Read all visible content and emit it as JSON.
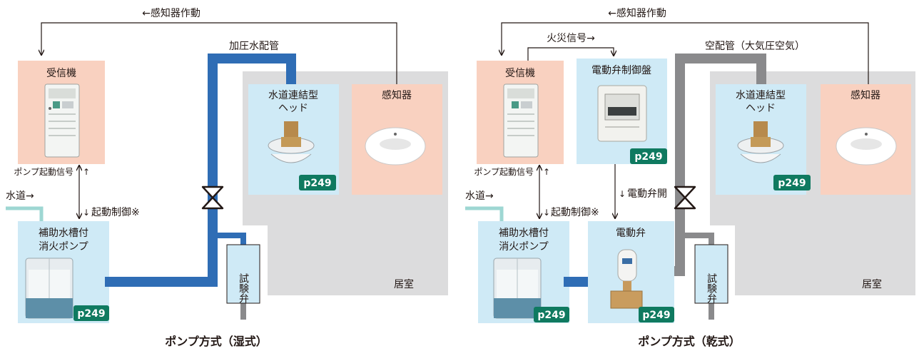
{
  "colors": {
    "pink_box": "#f9d1c0",
    "blue_box": "#cfeaf6",
    "room_gray": "#dcdcdd",
    "water_pipe": "#2f6db5",
    "air_pipe": "#8a8a8c",
    "supply_pipe": "#9ed7d3",
    "badge_green": "#0f7a60"
  },
  "left": {
    "caption": "ポンプ方式（湿式）",
    "detector_signal": "←感知器作動",
    "pipe_label": "加圧水配管",
    "receiver": "受信機",
    "head_line1": "水道連結型",
    "head_line2": "ヘッド",
    "detector": "感知器",
    "pump_signal": "ポンプ起動信号",
    "start_control": "起動制御※",
    "water_supply": "水道→",
    "pump_line1": "補助水槽付",
    "pump_line2": "消火ポンプ",
    "test_valve": "試験弁",
    "room": "居室",
    "page_ref": "p249"
  },
  "right": {
    "caption": "ポンプ方式（乾式）",
    "detector_signal": "←感知器作動",
    "fire_signal": "火災信号→",
    "pipe_label": "空配管（大気圧空気）",
    "receiver": "受信機",
    "control_panel": "電動弁制御盤",
    "head_line1": "水道連結型",
    "head_line2": "ヘッド",
    "detector": "感知器",
    "pump_signal": "ポンプ起動信号",
    "start_control": "起動制御※",
    "valve_open": "電動弁開",
    "water_supply": "水道→",
    "pump_line1": "補助水槽付",
    "pump_line2": "消火ポンプ",
    "motor_valve": "電動弁",
    "test_valve": "試験弁",
    "room": "居室",
    "page_ref": "p249"
  }
}
